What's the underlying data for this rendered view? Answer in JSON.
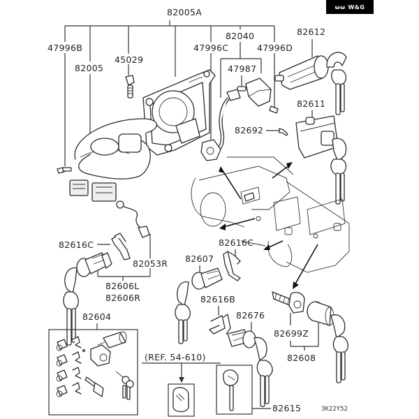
{
  "watermark": {
    "logo_text": "W&G",
    "logo_glyph": "ѡѡ"
  },
  "diagram": {
    "title": "Ignition / Door Lock Cylinder & Key Parts",
    "labels": {
      "p82005A": "82005A",
      "p47996B": "47996B",
      "p82005": "82005",
      "p45029": "45029",
      "p47996C": "47996C",
      "p82040": "82040",
      "p47987": "47987",
      "p47996D": "47996D",
      "p82612": "82612",
      "p82611": "82611",
      "p82692": "82692",
      "p82616C_left": "82616C",
      "p82053R": "82053R",
      "p82606L": "82606L",
      "p82606R": "82606R",
      "p82616C_mid": "82616C",
      "p82607": "82607",
      "p82616B": "82616B",
      "p82676": "82676",
      "p82699Z": "82699Z",
      "p82608": "82608",
      "p82604": "82604",
      "ref": "(REF. 54-610)",
      "p82615": "82615",
      "drawing_code": "3K22Y52"
    }
  }
}
